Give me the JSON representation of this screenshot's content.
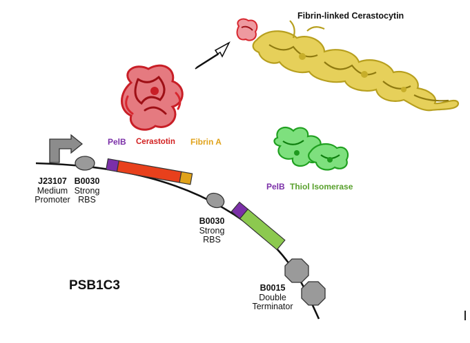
{
  "title": "Fibrin-linked Cerastocytin",
  "plasmid": "PSB1C3",
  "colors": {
    "pelb": "#7B2FA8",
    "cerastotin": "#E8401C",
    "cerastotin_label": "#D22020",
    "fibrin": "#E0A21A",
    "thiol": "#8CC94F",
    "thiol_label": "#58A02C",
    "protein_red": "#D7262E",
    "protein_yellow": "#D9C33A",
    "protein_green": "#2DB52D",
    "part_grey": "#9A9A9A"
  },
  "construct1": {
    "pelb": "PelB",
    "cerastotin": "Cerastotin",
    "fibrin": "Fibrin A"
  },
  "construct2": {
    "pelb": "PelB",
    "thiol": "Thiol Isomerase"
  },
  "parts": {
    "promoter": {
      "code": "J23107",
      "line1": "Medium",
      "line2": "Promoter"
    },
    "rbs1": {
      "code": "B0030",
      "line1": "Strong",
      "line2": "RBS"
    },
    "rbs2": {
      "code": "B0030",
      "line1": "Strong",
      "line2": "RBS"
    },
    "terminator": {
      "code": "B0015",
      "line1": "Double",
      "line2": "Terminator"
    }
  }
}
